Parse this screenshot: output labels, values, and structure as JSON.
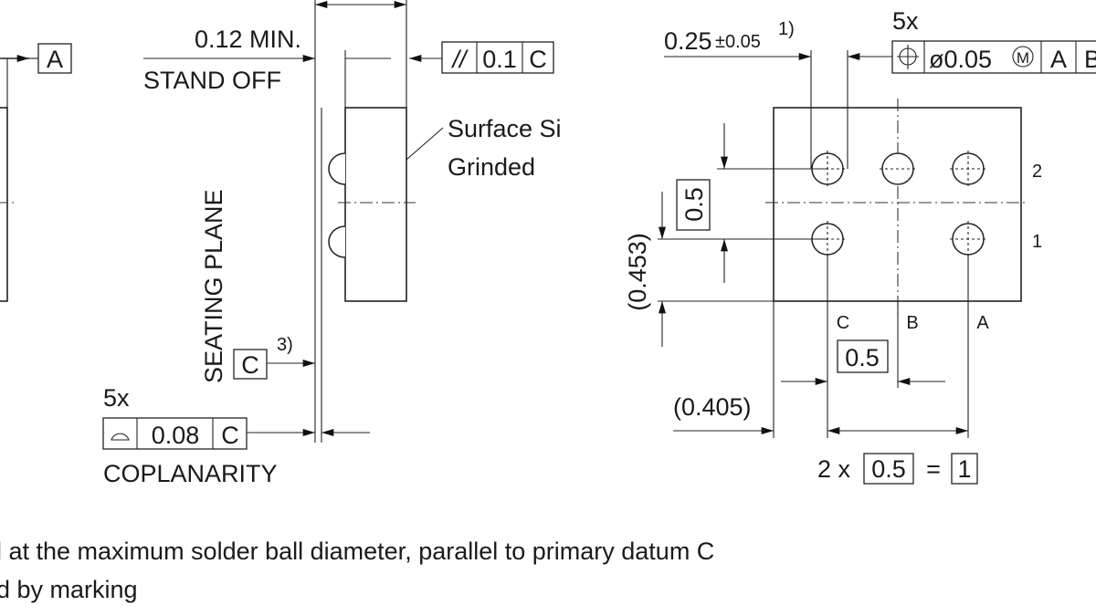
{
  "left_view": {
    "datum_a": "A"
  },
  "side_view": {
    "standoff_value": "0.12 MIN.",
    "standoff_label": "STAND OFF",
    "parallelism": {
      "symbol": "//",
      "tolerance": "0.1",
      "datum": "C"
    },
    "surface_note_line1": "Surface Si",
    "surface_note_line2": "Grinded",
    "seating_plane": "SEATING PLANE",
    "datum_c": "C",
    "datum_c_note": "3)",
    "coplanarity_count": "5x",
    "coplanarity": {
      "tolerance": "0.08",
      "datum": "C"
    },
    "coplanarity_label": "COPLANARITY"
  },
  "bottom_view": {
    "ball_dia": "0.25",
    "ball_tol": "±0.05",
    "ball_note": "1)",
    "position_count": "5x",
    "position": {
      "tolerance": "ø0.05",
      "modifier": "M",
      "datum1": "A",
      "datum2": "B"
    },
    "row_labels": [
      "2",
      "1"
    ],
    "col_labels": [
      "C",
      "B",
      "A"
    ],
    "pitch_vertical": "0.5",
    "offset_vertical": "(0.453)",
    "pitch_horizontal": "0.5",
    "offset_horizontal": "(0.405)",
    "total_prefix": "2 x",
    "total_pitch": "0.5",
    "total_equals": "=",
    "total_value": "1"
  },
  "notes": [
    "l at the maximum solder ball diameter, parallel to primary datum C",
    "d by marking"
  ]
}
